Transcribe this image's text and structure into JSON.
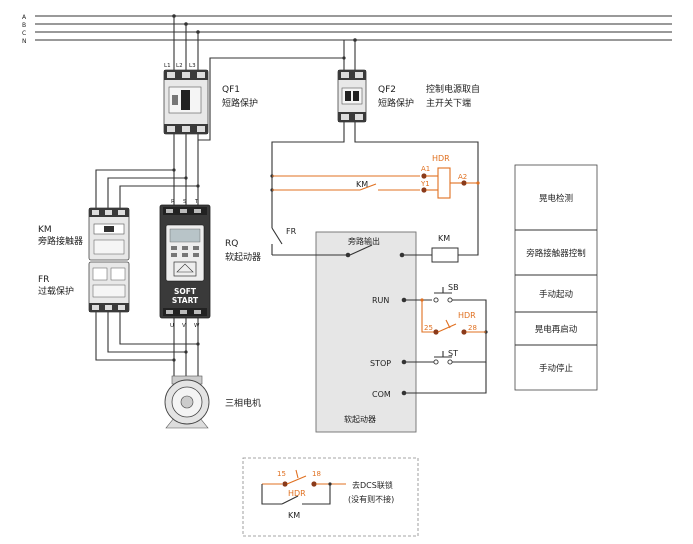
{
  "bus": {
    "lines": [
      "A",
      "B",
      "C",
      "N"
    ]
  },
  "qf1": {
    "terminals": [
      "L1",
      "L2",
      "L3"
    ],
    "name": "QF1",
    "desc": "短路保护"
  },
  "qf2": {
    "name": "QF2",
    "desc": "短路保护",
    "note_line1": "控制电源取自",
    "note_line2": "主开关下端"
  },
  "km": {
    "name": "KM",
    "desc": "旁路接触器"
  },
  "fr": {
    "name": "FR",
    "desc": "过载保护"
  },
  "rq": {
    "name": "RQ",
    "desc": "软起动器",
    "top_terminals": [
      "R",
      "S",
      "T"
    ],
    "bottom_terminals": [
      "U",
      "V",
      "W"
    ],
    "brand_line1": "SOFT",
    "brand_line2": "START"
  },
  "motor": {
    "label": "三相电机"
  },
  "hdr": {
    "label": "HDR",
    "a1": "A1",
    "y1": "Y1",
    "a2": "A2"
  },
  "ctrl": {
    "km_contact": "KM",
    "fr_contact": "FR",
    "km_coil": "KM"
  },
  "softstarter_box": {
    "bypass_output": "旁路输出",
    "run": "RUN",
    "stop": "STOP",
    "com": "COM",
    "title": "软起动器"
  },
  "buttons": {
    "sb": "SB",
    "st": "ST",
    "hdr": "HDR",
    "pin25": "25",
    "pin28": "28"
  },
  "table": {
    "rows": [
      "晃电检测",
      "旁路接触器控制",
      "手动起动",
      "晃电再启动",
      "手动停止"
    ]
  },
  "dcs": {
    "pin15": "15",
    "pin18": "18",
    "hdr": "HDR",
    "km": "KM",
    "note_line1": "去DCS联锁",
    "note_line2": "(没有则不接)"
  },
  "colors": {
    "accent": "#e07020",
    "wire": "#333333",
    "device": "#e6e6e6",
    "dark": "#3a3a3a"
  }
}
